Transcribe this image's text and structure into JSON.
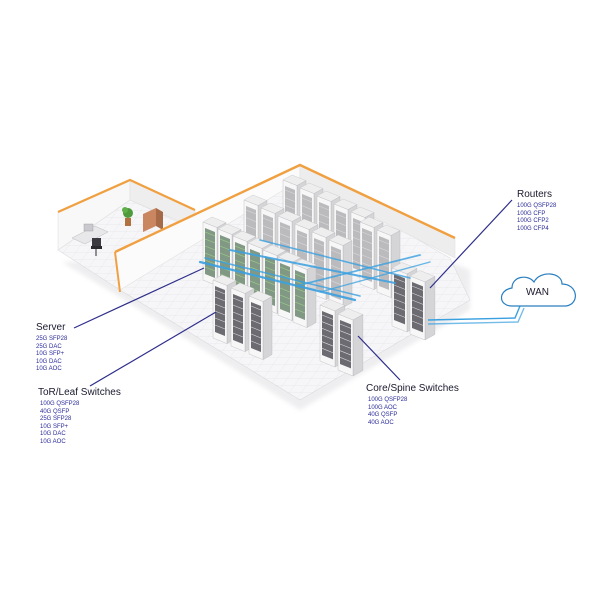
{
  "labels": {
    "routers": {
      "title": "Routers",
      "specs": [
        "100G QSFP28",
        "100G CFP",
        "100G CFP2",
        "100G CFP4"
      ]
    },
    "server": {
      "title": "Server",
      "specs": [
        "25G SFP28",
        "25G DAC",
        "10G SFP+",
        "10G DAC",
        "10G AOC"
      ]
    },
    "tor_leaf": {
      "title": "ToR/Leaf Switches",
      "specs": [
        "100G QSFP28",
        "40G QSFP",
        "25G SFP28",
        "10G SFP+",
        "10G DAC",
        "10G AOC"
      ]
    },
    "core_spine": {
      "title": "Core/Spine Switches",
      "specs": [
        "100G QSFP28",
        "100G AOC",
        "40G QSFP",
        "40G AOC"
      ]
    },
    "wan": "WAN"
  },
  "colors": {
    "floor": "#f4f4f6",
    "wall_top": "#f0a040",
    "wall": "#ffffff",
    "rack_front": "#f7f7f7",
    "rack_side": "#d5d5d8",
    "rack_top": "#eeeeee",
    "cable": "#3aa0e0",
    "leader": "#2e2e8c",
    "spec_text": "#2b2b9a"
  }
}
